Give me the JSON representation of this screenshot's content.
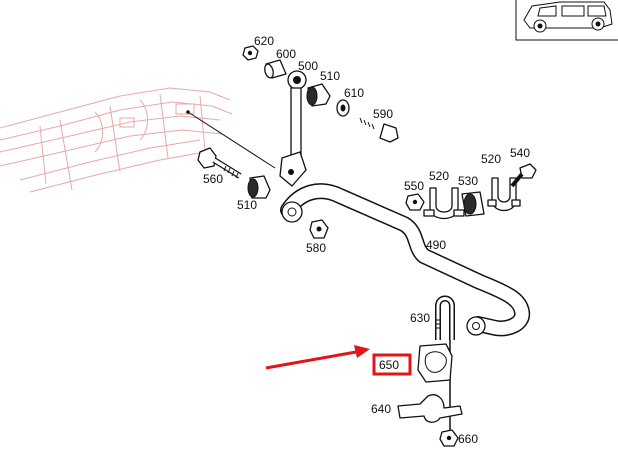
{
  "labels": {
    "l620": "620",
    "l600": "600",
    "l500": "500",
    "l510a": "510",
    "l610": "610",
    "l590": "590",
    "l560": "560",
    "l510b": "510",
    "l580": "580",
    "l550": "550",
    "l520a": "520",
    "l530": "530",
    "l520b": "520",
    "l540": "540",
    "l490": "490",
    "l630": "630",
    "l650": "650",
    "l640": "640",
    "l660": "660"
  },
  "colors": {
    "highlight": "#e0161b",
    "line": "#111111",
    "frame": "#e7a9a9"
  },
  "highlighted_part": "650"
}
